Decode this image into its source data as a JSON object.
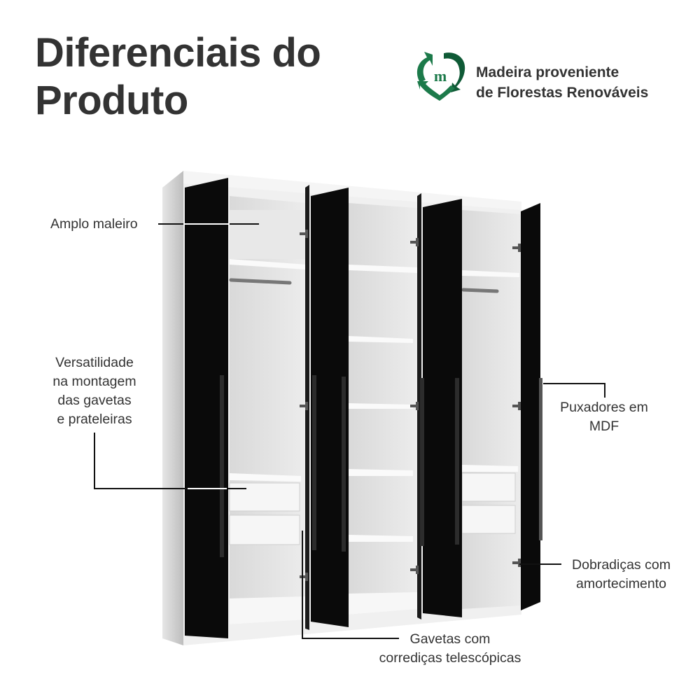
{
  "header": {
    "title_line1": "Diferenciais do",
    "title_line2": "Produto"
  },
  "badge": {
    "icon": "recycle-heart-m-icon",
    "icon_letter": "m",
    "line1": "Madeira proveniente",
    "line2": "de Florestas Renováveis",
    "colors": {
      "dark_green": "#0f5a36",
      "green": "#1c7a4a"
    }
  },
  "product": {
    "name": "wardrobe-6-doors-open",
    "colors": {
      "door": "#0a0a0a",
      "body": "#f2f2f2",
      "shadow": "#cfcfcf"
    }
  },
  "callouts": [
    {
      "id": "amplo-maleiro",
      "lines": [
        "Amplo maleiro"
      ]
    },
    {
      "id": "versatilidade",
      "lines": [
        "Versatilidade",
        "na montagem",
        "das gavetas",
        "e prateleiras"
      ]
    },
    {
      "id": "puxadores",
      "lines": [
        "Puxadores em",
        "MDF"
      ]
    },
    {
      "id": "dobradicas",
      "lines": [
        "Dobradiças com",
        "amortecimento"
      ]
    },
    {
      "id": "gavetas",
      "lines": [
        "Gavetas com",
        "corrediças telescópicas"
      ]
    }
  ]
}
